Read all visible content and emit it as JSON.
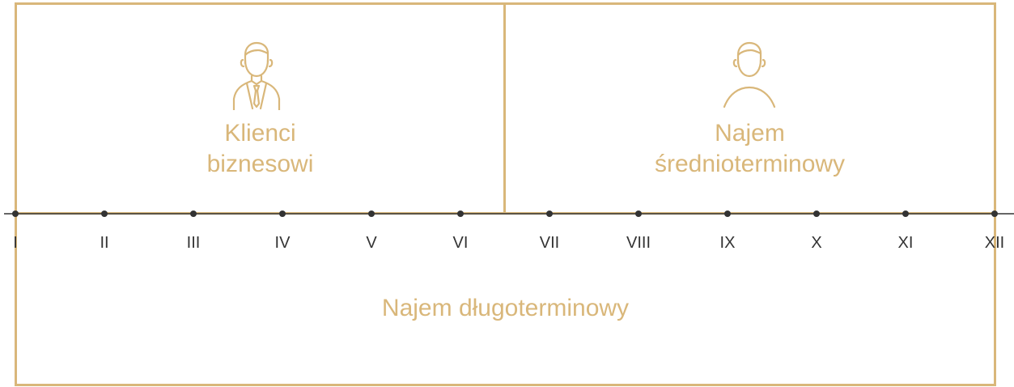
{
  "boxes": {
    "business": {
      "line1": "Klienci",
      "line2": "biznesowi",
      "icon": "businessman-icon"
    },
    "medium": {
      "line1": "Najem",
      "line2": "średnioterminowy",
      "icon": "person-icon"
    },
    "long": {
      "label": "Najem długoterminowy"
    }
  },
  "timeline": {
    "months": [
      "I",
      "II",
      "III",
      "IV",
      "V",
      "VI",
      "VII",
      "VIII",
      "IX",
      "X",
      "XI",
      "XII"
    ]
  },
  "colors": {
    "accent": "#d9b77a",
    "line": "#333333",
    "text": "#333333"
  }
}
